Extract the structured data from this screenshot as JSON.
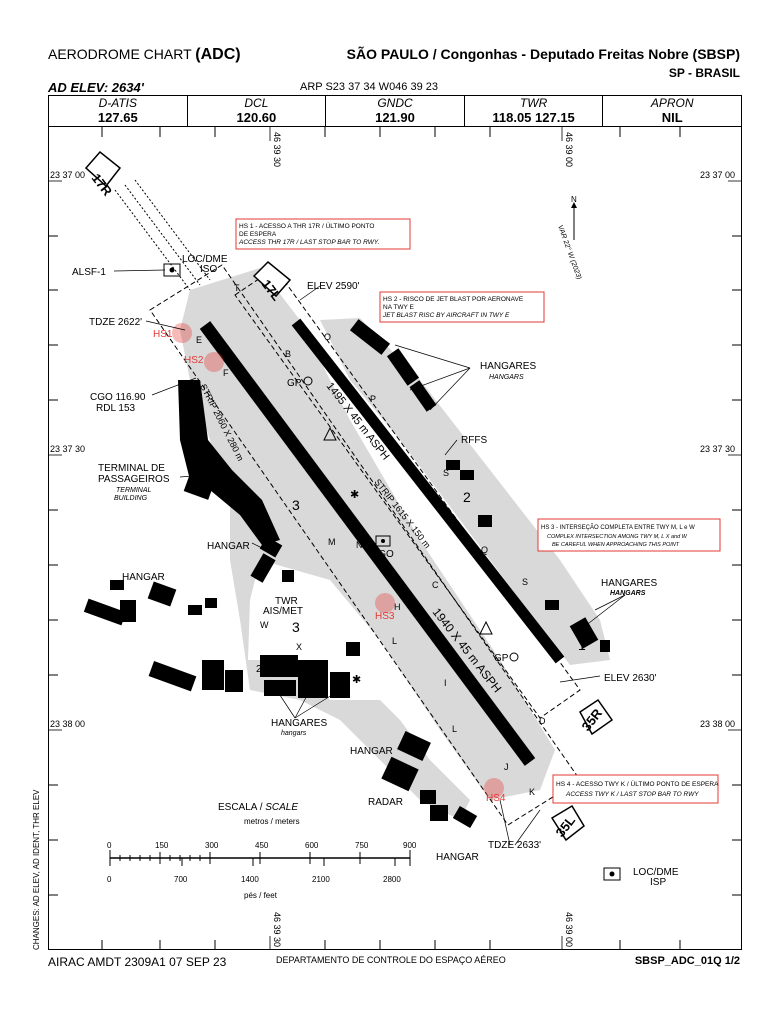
{
  "header": {
    "chart_type": "AERODROME CHART",
    "chart_code": "(ADC)",
    "airport": "SÃO PAULO / Congonhas - Deputado Freitas Nobre (SBSP)",
    "region": "SP - BRASIL",
    "ad_elev": "AD ELEV: 2634'",
    "arp": "ARP S23 37 34 W046 39 23"
  },
  "frequencies": [
    {
      "label": "D-ATIS",
      "value": "127.65"
    },
    {
      "label": "DCL",
      "value": "120.60"
    },
    {
      "label": "GNDC",
      "value": "121.90"
    },
    {
      "label": "TWR",
      "value": "118.05  127.15"
    },
    {
      "label": "APRON",
      "value": "NIL"
    }
  ],
  "coords": {
    "lon_left": "46 39 30",
    "lon_right": "46 39 00",
    "lat_1": "23 37 00",
    "lat_2": "23 37 30",
    "lat_3": "23 38 00"
  },
  "runways": {
    "main_rwy": "1940 X 45 m ASPH",
    "aux_rwy": "1495 X 45 m ASPH",
    "main_strip": "STRIP 2060 X 280 m",
    "aux_strip": "STRIP 1615 X 150 m",
    "rwy_17R": "17R",
    "rwy_17L": "17L",
    "rwy_35R": "35R",
    "rwy_35L": "35L"
  },
  "labels": {
    "alsf": "ALSF-1",
    "loc_dme_iso_1": "LOC/DME",
    "loc_dme_iso_2": "ISO",
    "tdze_2622": "TDZE 2622'",
    "elev_2590": "ELEV 2590'",
    "elev_2630": "ELEV 2630'",
    "tdze_2633": "TDZE 2633'",
    "cgo_1": "CGO 116.90",
    "cgo_2": "RDL 153",
    "cgo_mark": "CGO",
    "gp1": "GP",
    "gp2": "GP",
    "terminal_1": "TERMINAL DE",
    "terminal_2": "PASSAGEIROS",
    "terminal_en_1": "TERMINAL",
    "terminal_en_2": "BUILDING",
    "hangar_1": "HANGAR",
    "hangar_2": "HANGAR",
    "hangar_3": "HANGAR",
    "hangar_4": "HANGAR",
    "hangares_1": "HANGARES",
    "hangares_1_en": "HANGARS",
    "hangares_2": "HANGARES",
    "hangares_2_en": "HANGARS",
    "hangares_3": "HANGARES",
    "hangares_3_en": "hangars",
    "rffs": "RFFS",
    "twr_1": "TWR",
    "twr_2": "AIS/MET",
    "obst_2799": "2799'",
    "radar": "RADAR",
    "loc_dme_isp_1": "LOC/DME",
    "loc_dme_isp_2": "ISP",
    "var": "VAR 22° W (2023)",
    "north": "N"
  },
  "hotspots": [
    {
      "id": "HS1",
      "label": "HS1"
    },
    {
      "id": "HS2",
      "label": "HS2"
    },
    {
      "id": "HS3",
      "label": "HS3"
    },
    {
      "id": "HS4",
      "label": "HS4"
    }
  ],
  "hs_notes": {
    "hs1_pt1": "HS 1 - ACESSO A THR 17R / ÚLTIMO PONTO",
    "hs1_pt2": "DE ESPERA",
    "hs1_en": "ACCESS THR 17R / LAST STOP BAR TO RWY.",
    "hs2_pt1": "HS 2 - RISCO DE JET BLAST POR AERONAVE",
    "hs2_pt2": "NA TWY E",
    "hs2_en": "JET BLAST RISC BY AIRCRAFT IN TWY E",
    "hs3_pt": "HS 3 - INTERSEÇÃO COMPLETA ENTRE TWY M, L e W",
    "hs3_en1": "COMPLEX INTERSECTION AMONG TWY M, L X and W",
    "hs3_en2": "BE CAREFUL WHEN APPROACHING THIS POINT",
    "hs4_pt": "HS 4 - ACESSO TWY K / ÚLTIMO PONTO DE ESPERA",
    "hs4_en": "ACCESS TWY K / LAST STOP BAR TO RWY"
  },
  "taxiways": [
    "T",
    "E",
    "F",
    "B",
    "O",
    "P",
    "S",
    "Q",
    "R",
    "N",
    "M",
    "C",
    "H",
    "L",
    "I",
    "J",
    "K",
    "W",
    "X",
    "D"
  ],
  "scale": {
    "title": "ESCALA / ",
    "title_en": "SCALE",
    "metros": "metros / meters",
    "feet": "pés / feet",
    "m_ticks": [
      "0",
      "150",
      "300",
      "450",
      "600",
      "750",
      "900"
    ],
    "ft_ticks": [
      "0",
      "700",
      "1400",
      "2100",
      "2800"
    ]
  },
  "apron_numbers": [
    "3",
    "3",
    "2",
    "1"
  ],
  "footer": {
    "amdt": "AIRAC AMDT 2309A1 07 SEP 23",
    "dept": "DEPARTAMENTO DE CONTROLE DO ESPAÇO AÉREO",
    "code": "SBSP_ADC_01Q 1/2",
    "side": "CHANGES: AD ELEV, AD IDENT, THR ELEV"
  },
  "colors": {
    "hotspot": "#e53935",
    "apron": "#d9d9d9",
    "note_border": "#e53935"
  }
}
